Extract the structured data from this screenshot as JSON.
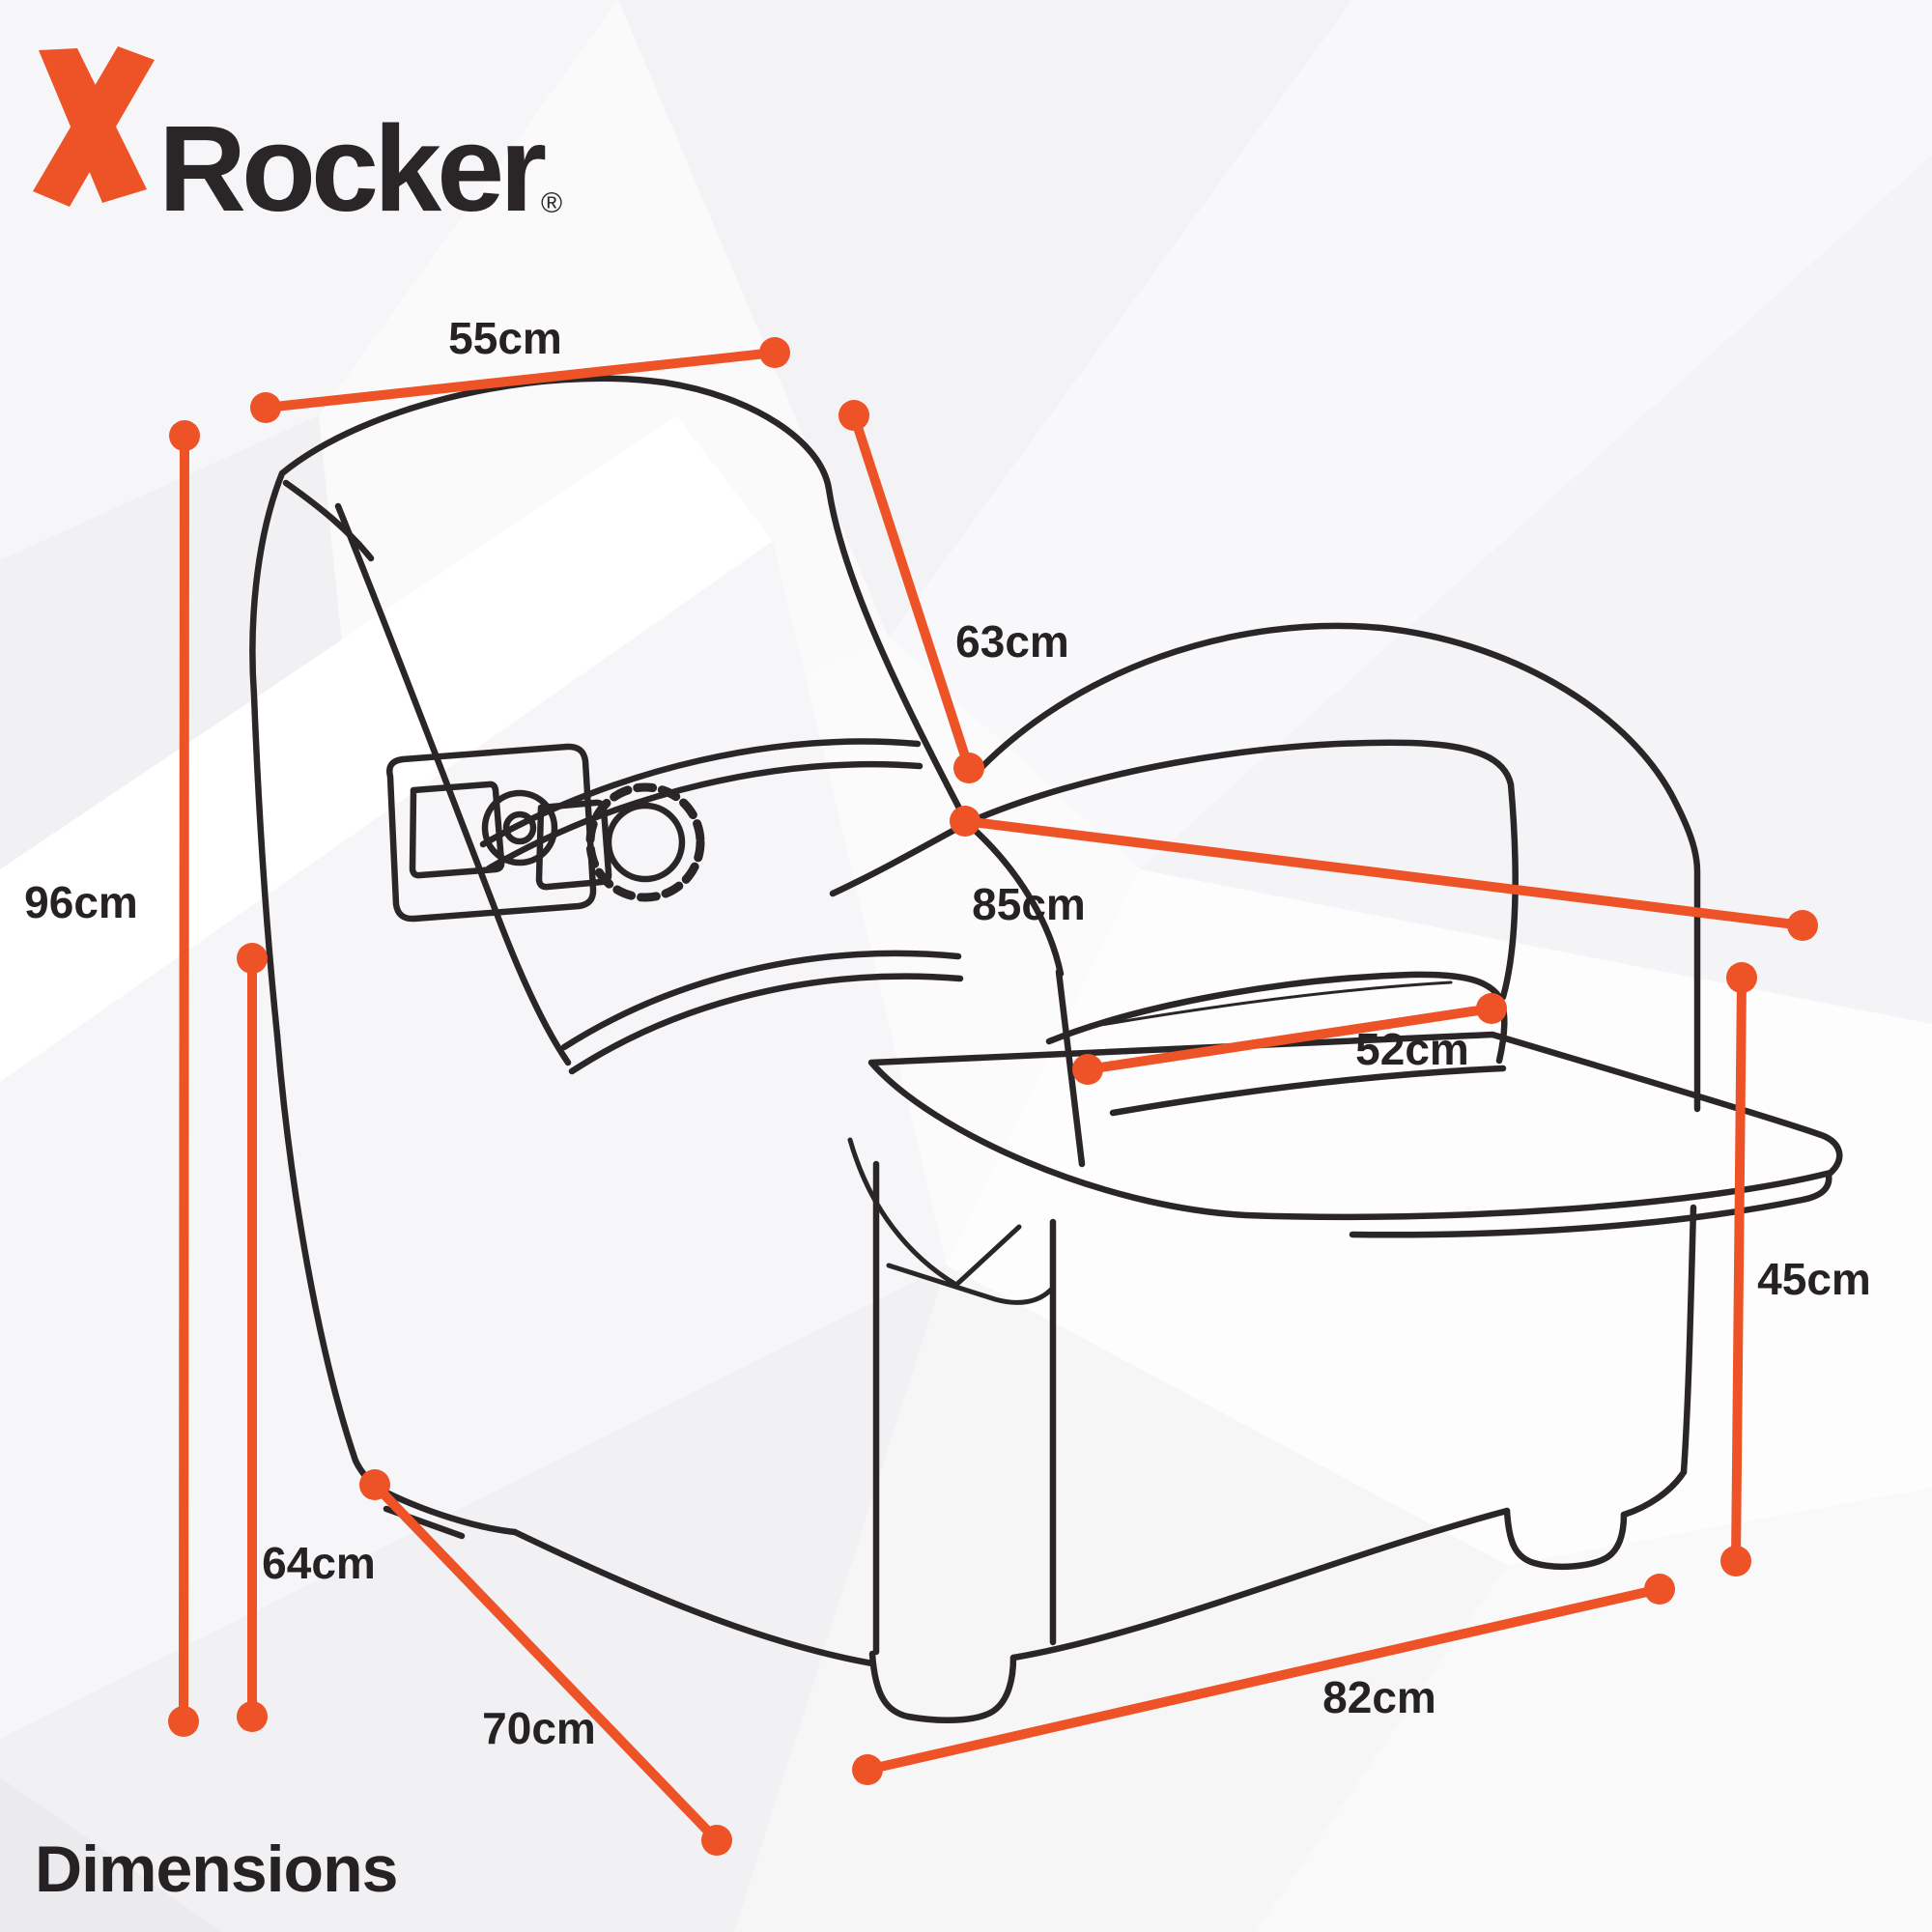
{
  "brand": {
    "logo_text": "Rocker",
    "registered_mark": "®",
    "logo_color": "#EE5227",
    "text_color": "#2A2627"
  },
  "title": "Dimensions",
  "accent_color": "#EE5227",
  "ink_color": "#262223",
  "illustration": "line drawing of a reclining gaming chair with extended footrest, side control panel and speaker",
  "measurements": [
    {
      "id": "backrest-top-width",
      "label": "55cm",
      "value_cm": 55
    },
    {
      "id": "backrest-height",
      "label": "63cm",
      "value_cm": 63
    },
    {
      "id": "overall-height",
      "label": "96cm",
      "value_cm": 96
    },
    {
      "id": "base-height",
      "label": "64cm",
      "value_cm": 64
    },
    {
      "id": "overall-depth",
      "label": "85cm",
      "value_cm": 85
    },
    {
      "id": "seat-width",
      "label": "52cm",
      "value_cm": 52
    },
    {
      "id": "footrest-height",
      "label": "45cm",
      "value_cm": 45
    },
    {
      "id": "base-width",
      "label": "82cm",
      "value_cm": 82
    },
    {
      "id": "base-depth",
      "label": "70cm",
      "value_cm": 70
    }
  ]
}
